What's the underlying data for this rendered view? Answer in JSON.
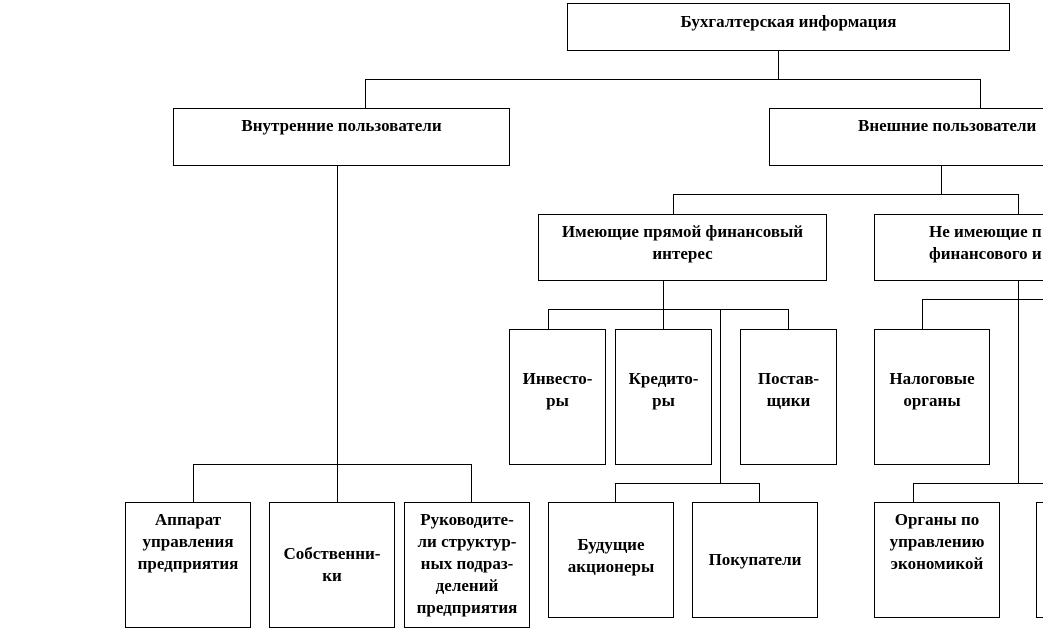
{
  "nodes": {
    "root": "Бухгалтерская  информация",
    "internal_users": "Внутренние пользователи",
    "external_users": "Внешние пользователи",
    "direct_interest": "Имеющие прямой финансовый\nинтерес",
    "no_direct_interest": "Не имеющие п\nфинансового и",
    "investors": "Инвесто-\nры",
    "creditors": "Кредито-\nры",
    "suppliers": "Постав-\nщики",
    "tax_authorities": "Налоговые\nорганы",
    "management_apparatus": "Аппарат\nуправления\nпредприятия",
    "owners": "Собственни-\nки",
    "division_heads": "Руководите-\nли структур-\nных подраз-\nделений\nпредприятия",
    "future_shareholders": "Будущие\nакционеры",
    "buyers": "Покупатели",
    "economic_authorities": "Органы по\nуправлению\nэкономикой"
  }
}
